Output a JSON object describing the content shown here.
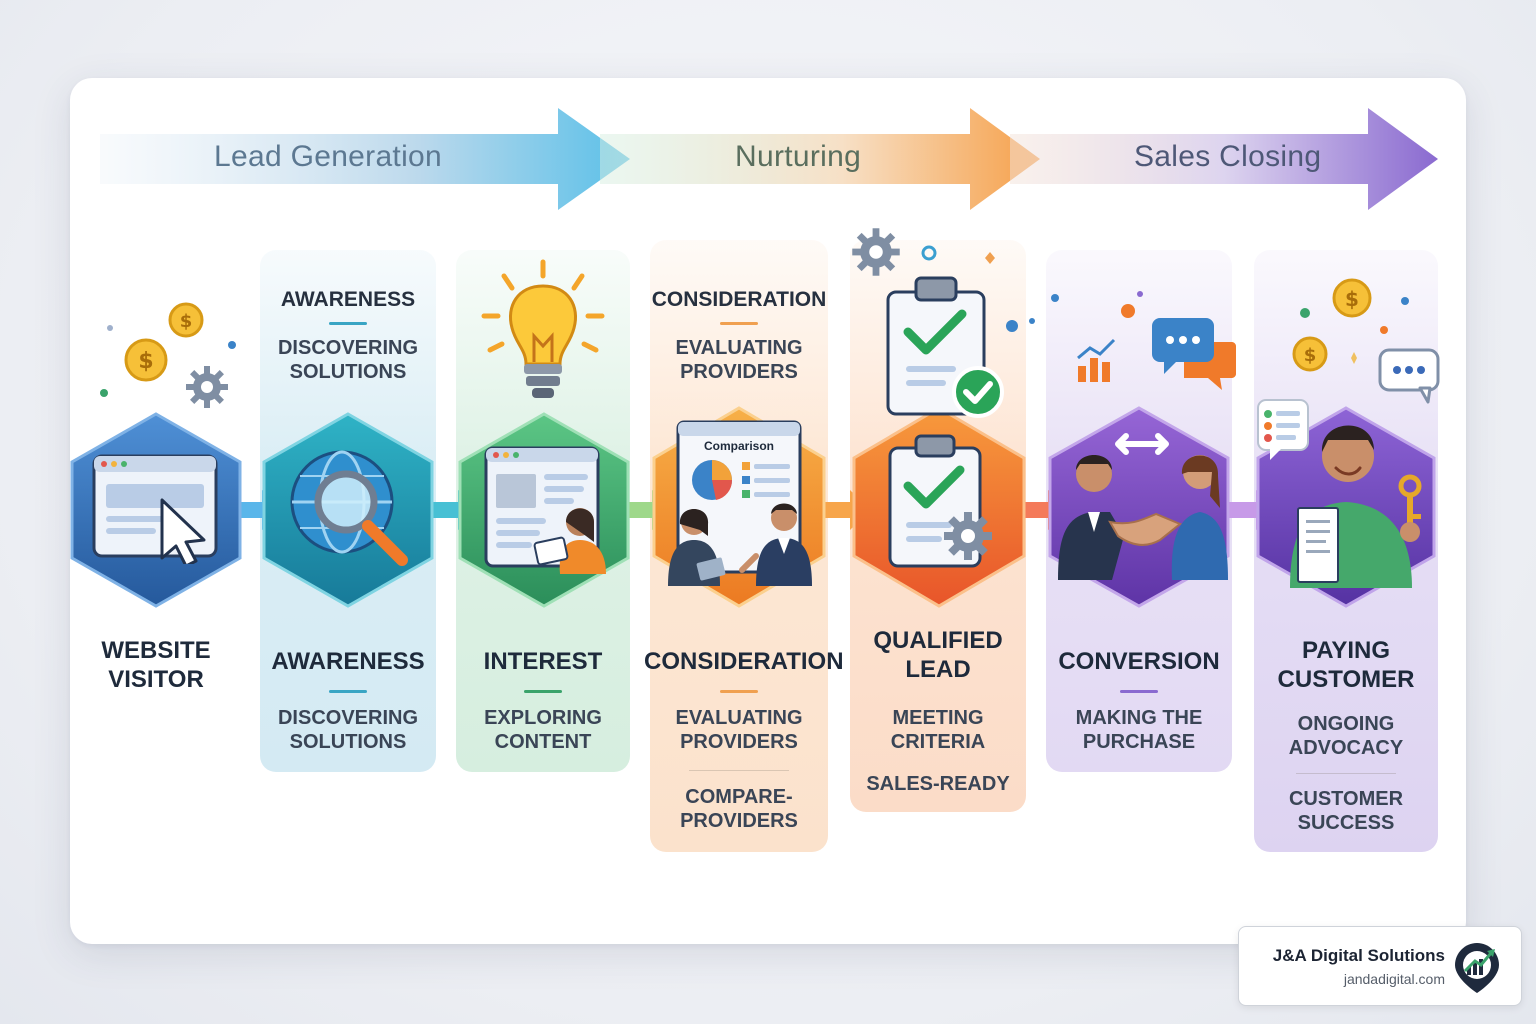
{
  "stages": [
    {
      "label": "Lead Generation",
      "color": "#5c7891"
    },
    {
      "label": "Nurturing",
      "color": "#5a6e5e"
    },
    {
      "label": "Sales Closing",
      "color": "#4e5877"
    }
  ],
  "steps": [
    {
      "title": "WEBSITE VISITOR",
      "title_lines": [
        "WEBSITE",
        "VISITOR"
      ],
      "color": "#2f6fb3",
      "icon": "browser-cursor-icon"
    },
    {
      "title": "AWARENESS",
      "subtitle_lines": [
        "DISCOVERING",
        "SOLUTIONS"
      ],
      "top_title": "AWARENESS",
      "top_subtitle_lines": [
        "DISCOVERING",
        "SOLUTIONS"
      ],
      "color": "#1f8fa8",
      "icon": "globe-search-icon"
    },
    {
      "title": "INTEREST",
      "subtitle_lines": [
        "EXPLORING",
        "CONTENT"
      ],
      "color": "#3aa36b",
      "icon": "lightbulb-icon"
    },
    {
      "title": "CONSIDERATION",
      "subtitle_lines": [
        "EVALUATING",
        "PROVIDERS"
      ],
      "extra_lines": [
        "COMPARE-",
        "PROVIDERS"
      ],
      "top_title": "CONSIDERATION",
      "top_subtitle_lines": [
        "EVALUATING",
        "PROVIDERS"
      ],
      "panel_title": "Comparison",
      "color": "#f08a2a",
      "icon": "comparison-chart-icon"
    },
    {
      "title": "QUALIFIED LEAD",
      "title_lines": [
        "QUALIFIED",
        "LEAD"
      ],
      "subtitle_lines": [
        "MEETING",
        "CRITERIA"
      ],
      "extra_lines": [
        "SALES-READY"
      ],
      "color": "#ee6a2c",
      "icon": "clipboard-check-icon"
    },
    {
      "title": "CONVERSION",
      "subtitle_lines": [
        "MAKING THE",
        "PURCHASE"
      ],
      "color": "#7b4cc0",
      "icon": "handshake-icon"
    },
    {
      "title": "PAYING CUSTOMER",
      "title_lines": [
        "PAYING",
        "CUSTOMER"
      ],
      "subtitle_lines": [
        "ONGOING",
        "ADVOCACY"
      ],
      "extra_lines": [
        "CUSTOMER",
        "SUCCESS"
      ],
      "color": "#6a48b8",
      "icon": "customer-receipt-icon"
    }
  ],
  "brand": {
    "name": "J&A Digital Solutions",
    "url": "jandadigital.com"
  }
}
